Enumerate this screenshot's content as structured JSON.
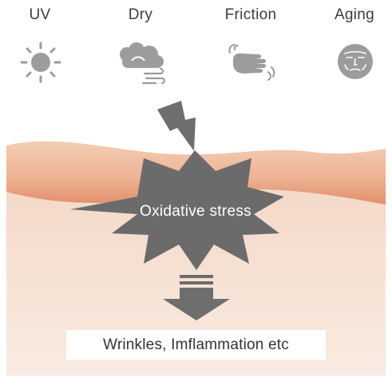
{
  "factors": [
    {
      "label": "UV",
      "icon": "sun-icon"
    },
    {
      "label": "Dry",
      "icon": "cloud-wind-icon"
    },
    {
      "label": "Friction",
      "icon": "rubbing-hand-icon"
    },
    {
      "label": "Aging",
      "icon": "aged-face-icon"
    }
  ],
  "center_label": "Oxidative stress",
  "result_label": "Wrinkles, Imflammation etc",
  "colors": {
    "icon_gray": "#9c9c9c",
    "shape_gray": "#6e6e6e",
    "skin_surface": "#f0c2a4",
    "skin_band": "#e59f7c",
    "skin_deep": "#f6e3d8",
    "result_bg": "#ffffff"
  }
}
